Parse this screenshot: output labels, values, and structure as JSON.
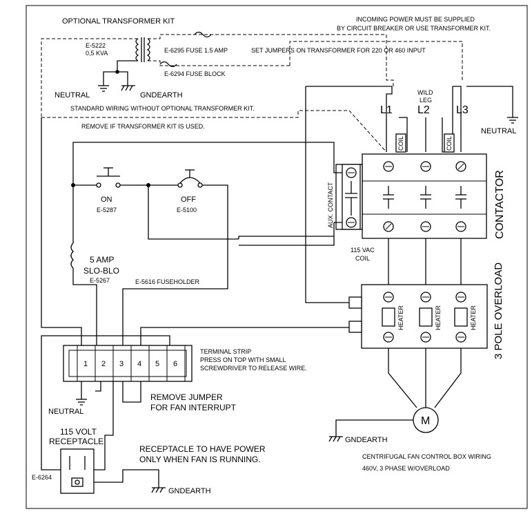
{
  "labels": {
    "optional_kit": "OPTIONAL TRANSFORMER KIT",
    "incoming_power_1": "INCOMING POWER MUST BE SUPPLIED",
    "incoming_power_2": "BY CIRCUIT BREAKER OR USE TRANSFORMER KIT.",
    "transformer_part": "E-5222",
    "transformer_rating": "0,5 KVA",
    "fuse_label": "E-6295 FUSE 1.5 AMP",
    "jumpers_note": "SET JUMPERS ON TRANSFORMER FOR 220 OR 460 INPUT",
    "fuse_block": "E-6294 FUSE BLOCK",
    "neutral_top": "NEUTRAL",
    "gndearth_top": "GNDEARTH",
    "wild_leg_1": "WILD",
    "wild_leg_2": "LEG",
    "l1": "L1",
    "l2": "L2",
    "l3": "L3",
    "neutral_right": "NEUTRAL",
    "standard_wiring": "STANDARD WIRING WITHOUT OPTIONAL TRANSFORMER KIT.",
    "remove_if": "REMOVE IF TRANSFORMER KIT IS USED.",
    "coil_a": "COIL",
    "coil_b": "COIL",
    "aux_contact": "AUX. CONTACT",
    "contactor": "CONTACTOR",
    "on": "ON",
    "on_part": "E-5287",
    "off": "OFF",
    "off_part": "E-5100",
    "coil_voltage": "115 VAC",
    "coil_word": "COIL",
    "fuse_amp": "5 AMP",
    "slo_blo": "SLO-BLO",
    "fuse_part": "E-5267",
    "fuseholder": "E-5616 FUSEHOLDER",
    "overload": "3 POLE OVERLOAD",
    "heater_1": "HEATER",
    "heater_2": "HEATER",
    "heater_3": "HEATER",
    "terminal_strip_1": "TERMINAL STRIP",
    "terminal_strip_2": "PRESS ON TOP WITH SMALL",
    "terminal_strip_3": "SCREWDRIVER TO RELEASE WIRE.",
    "terminal_1": "1",
    "terminal_2": "2",
    "terminal_3": "3",
    "terminal_4": "4",
    "terminal_5": "5",
    "terminal_6": "6",
    "remove_jumper_1": "REMOVE JUMPER",
    "remove_jumper_2": "FOR FAN INTERRUPT",
    "neutral_bottom": "NEUTRAL",
    "volt_receptacle_1": "115 VOLT",
    "volt_receptacle_2": "RECEPTACLE",
    "receptacle_note_1": "RECEPTACLE TO HAVE POWER",
    "receptacle_note_2": "ONLY WHEN FAN IS RUNNING.",
    "receptacle_part": "E-6264",
    "gndearth_bottom": "GNDEARTH",
    "gndearth_motor": "GNDEARTH",
    "motor": "M",
    "caption_1": "CENTRIFUGAL FAN CONTROL BOX WIRING",
    "caption_2": "460V, 3 PHASE W/OVERLOAD"
  }
}
